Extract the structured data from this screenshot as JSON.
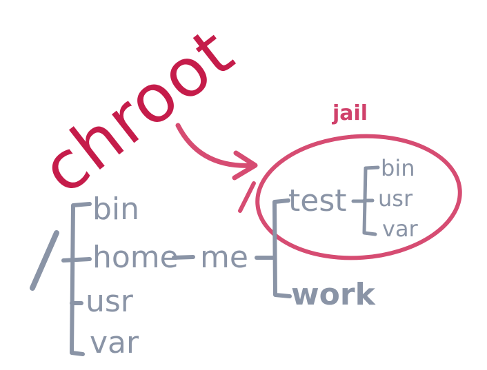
{
  "title": "chroot",
  "jail_label": "jail",
  "root_tree": {
    "root_slash": "/",
    "children": [
      "bin",
      "home",
      "usr",
      "var"
    ],
    "home_child": "me",
    "me_child_slash": "/",
    "me_children": [
      "test",
      "work"
    ]
  },
  "jail_tree": {
    "root": "test",
    "children": [
      "bin",
      "usr",
      "var"
    ]
  },
  "colors": {
    "tree_ink": "#8a94a6",
    "title_ink": "#c51c4a",
    "jail_ink": "#d64c72"
  }
}
